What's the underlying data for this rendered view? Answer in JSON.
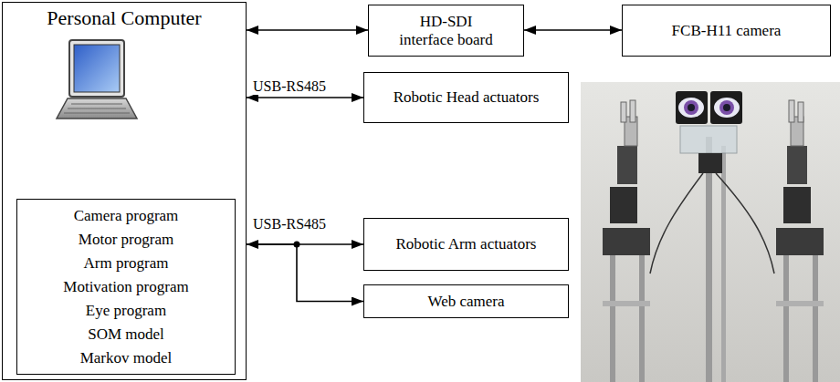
{
  "diagram": {
    "nodes": [
      {
        "text": [
          "Personal Computer"
        ]
      },
      {
        "text": [
          "Camera program",
          "Motor program",
          "Arm program",
          "Motivation program",
          "Eye program",
          "SOM model",
          "Markov model"
        ],
        "in": 0
      },
      {
        "text": [
          "HD-SDI interface board"
        ]
      },
      {
        "text": [
          "FCB-H11 camera"
        ]
      },
      {
        "text": [
          "Robotic Head actuators"
        ]
      },
      {
        "text": [
          "Robotic Arm actuators"
        ]
      },
      {
        "text": [
          "Web camera"
        ]
      }
    ],
    "edges": [
      {
        "from": 0,
        "to": 2,
        "arrow": "both"
      },
      {
        "from": 2,
        "to": 3,
        "arrow": "both"
      },
      {
        "from": 0,
        "to": 4,
        "arrow": "both",
        "label": "USB-RS485"
      },
      {
        "from": 0,
        "to": 5,
        "arrow": "both",
        "label": "USB-RS485"
      },
      {
        "from": 0,
        "to": 6,
        "arrow": "to"
      }
    ]
  }
}
